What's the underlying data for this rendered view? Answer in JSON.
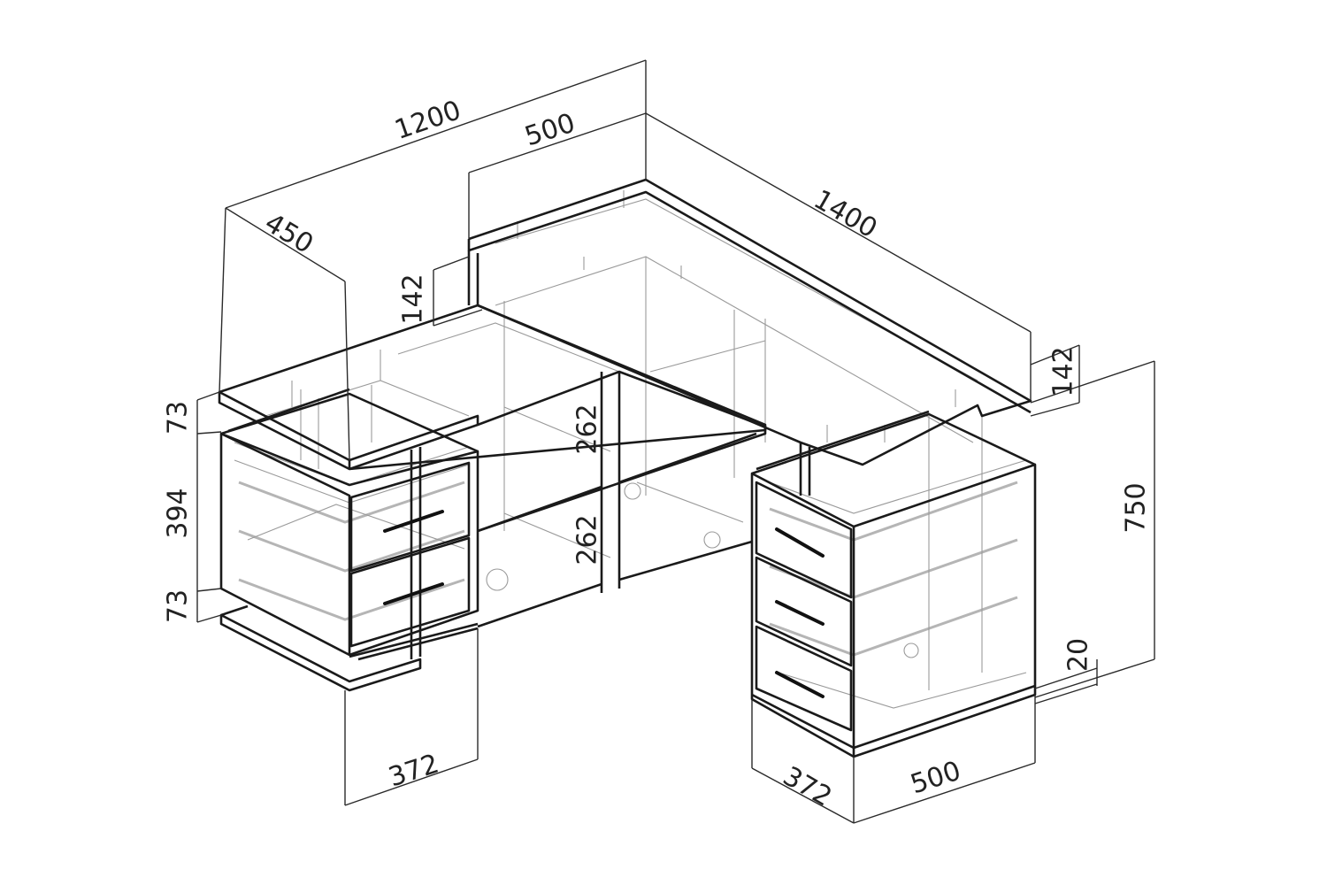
{
  "dimensions": {
    "overall_width": "1200",
    "top_depth_left": "500",
    "top_length": "1400",
    "left_depth": "450",
    "riser_height_left": "142",
    "riser_height_right": "142",
    "top_thickness": "73",
    "drawer_block_height": "394",
    "base_thickness": "73",
    "shelf_upper": "262",
    "shelf_lower": "262",
    "total_height": "750",
    "plinth_height": "20",
    "left_pedestal_width": "372",
    "right_pedestal_depth": "372",
    "right_pedestal_width": "500"
  },
  "colors": {
    "line": "#1a1a1a",
    "hidden_line": "#9a9a9a",
    "background": "#ffffff"
  }
}
